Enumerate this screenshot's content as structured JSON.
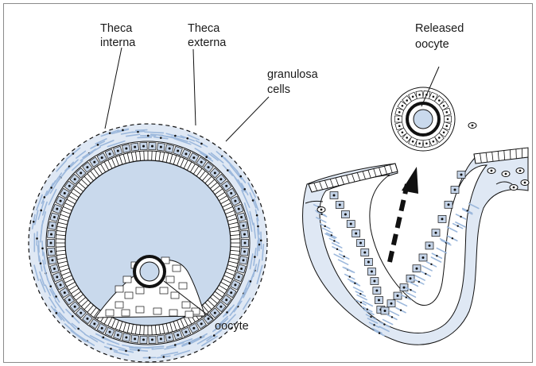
{
  "labels": {
    "theca_interna_1": "Theca",
    "theca_interna_2": "interna",
    "theca_externa_1": "Theca",
    "theca_externa_2": "externa",
    "granulosa_1": "granulosa",
    "granulosa_2": "cells",
    "oocyte": "oocyte",
    "released_1": "Released",
    "released_2": "oocyte"
  },
  "colors": {
    "antrum_fill": "#c9d9ec",
    "theca_strand": "#9cb8dc",
    "cell_fill": "#c5d4e8",
    "outline": "#111111"
  }
}
